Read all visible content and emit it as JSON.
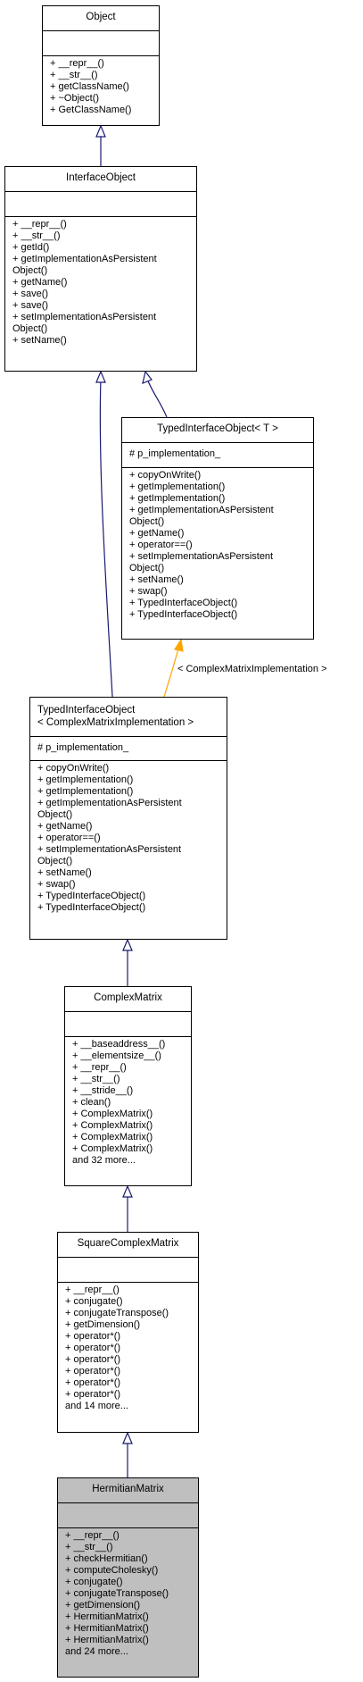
{
  "classes": {
    "object": {
      "name": "Object",
      "attributes": [],
      "methods": [
        "+ __repr__()",
        "+ __str__()",
        "+ getClassName()",
        "+ ~Object()",
        "+ GetClassName()"
      ]
    },
    "interface_object": {
      "name": "InterfaceObject",
      "attributes": [],
      "methods": [
        "+ __repr__()",
        "+ __str__()",
        "+ getId()",
        "+ getImplementationAsPersistent",
        "Object()",
        "+ getName()",
        "+ save()",
        "+ save()",
        "+ setImplementationAsPersistent",
        "Object()",
        "+ setName()"
      ]
    },
    "typed_interface_object_t": {
      "name": "TypedInterfaceObject< T >",
      "attributes": [
        "# p_implementation_"
      ],
      "methods": [
        "+ copyOnWrite()",
        "+ getImplementation()",
        "+ getImplementation()",
        "+ getImplementationAsPersistent",
        "Object()",
        "+ getName()",
        "+ operator==()",
        "+ setImplementationAsPersistent",
        "Object()",
        "+ setName()",
        "+ swap()",
        "+ TypedInterfaceObject()",
        "+ TypedInterfaceObject()"
      ]
    },
    "typed_interface_object_cmi": {
      "name_line1": "TypedInterfaceObject",
      "name_line2": "< ComplexMatrixImplementation >",
      "attributes": [
        "# p_implementation_"
      ],
      "methods": [
        "+ copyOnWrite()",
        "+ getImplementation()",
        "+ getImplementation()",
        "+ getImplementationAsPersistent",
        "Object()",
        "+ getName()",
        "+ operator==()",
        "+ setImplementationAsPersistent",
        "Object()",
        "+ setName()",
        "+ swap()",
        "+ TypedInterfaceObject()",
        "+ TypedInterfaceObject()"
      ]
    },
    "complex_matrix": {
      "name": "ComplexMatrix",
      "attributes": [],
      "methods": [
        "+ __baseaddress__()",
        "+ __elementsize__()",
        "+ __repr__()",
        "+ __str__()",
        "+ __stride__()",
        "+ clean()",
        "+ ComplexMatrix()",
        "+ ComplexMatrix()",
        "+ ComplexMatrix()",
        "+ ComplexMatrix()",
        "and 32 more..."
      ]
    },
    "square_complex_matrix": {
      "name": "SquareComplexMatrix",
      "attributes": [],
      "methods": [
        "+ __repr__()",
        "+ conjugate()",
        "+ conjugateTranspose()",
        "+ getDimension()",
        "+ operator*()",
        "+ operator*()",
        "+ operator*()",
        "+ operator*()",
        "+ operator*()",
        "+ operator*()",
        "and 14 more..."
      ]
    },
    "hermitian_matrix": {
      "name": "HermitianMatrix",
      "attributes": [],
      "methods": [
        "+ __repr__()",
        "+ __str__()",
        "+ checkHermitian()",
        "+ computeCholesky()",
        "+ conjugate()",
        "+ conjugateTranspose()",
        "+ getDimension()",
        "+ HermitianMatrix()",
        "+ HermitianMatrix()",
        "+ HermitianMatrix()",
        "and 24 more..."
      ]
    }
  },
  "edge_labels": {
    "template_binding": "< ComplexMatrixImplementation >"
  },
  "colors": {
    "inheritance_edge": "#191970",
    "template_edge": "#ffa500",
    "focus_fill": "#bfbfbf"
  }
}
